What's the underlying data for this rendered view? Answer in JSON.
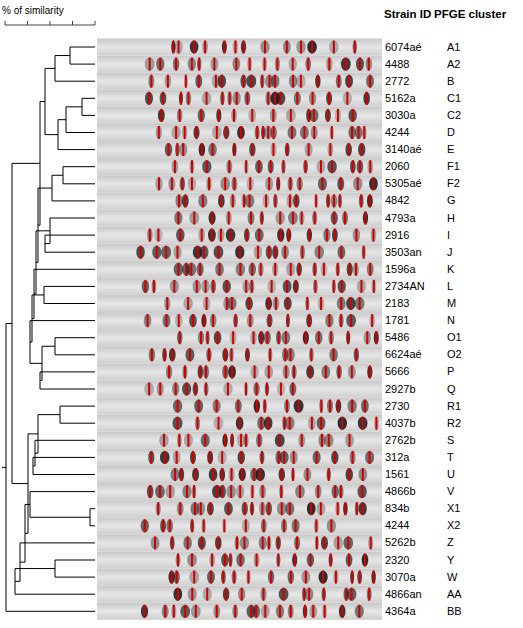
{
  "diagram": {
    "labels": [
      "% of similarity",
      "Strain ID",
      "PFGE cluster",
      "6074aé",
      "A1",
      "4488",
      "A2",
      "2772",
      "B",
      "5162a",
      "C1",
      "3030a",
      "C2",
      "4244",
      "D",
      "3140aé",
      "E",
      "2060",
      "F1",
      "5305aé",
      "F2",
      "4842",
      "G",
      "4793a",
      "H",
      "2916",
      "I",
      "3503an",
      "J",
      "1596a",
      "K",
      "2734AN",
      "L",
      "2183",
      "M",
      "1781",
      "N",
      "5486",
      "O1",
      "6624aé",
      "O2",
      "5666",
      "P",
      "2927b",
      "Q",
      "2730",
      "R1",
      "4037b",
      "R2",
      "2762b",
      "S",
      "312a",
      "T",
      "1561",
      "U",
      "4866b",
      "V",
      "834b",
      "X1",
      "4244",
      "X2",
      "5262b",
      "Z",
      "2320",
      "Y",
      "3070a",
      "W",
      "4866an",
      "AA",
      "4364a",
      "BB"
    ]
  }
}
